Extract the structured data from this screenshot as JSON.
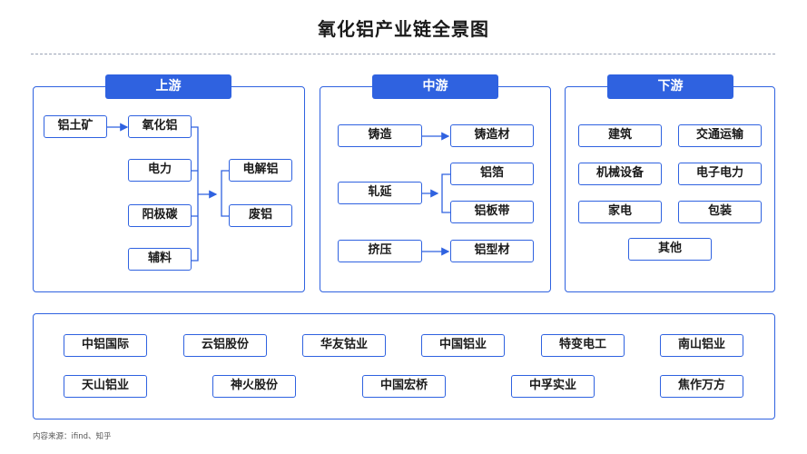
{
  "title": "氧化铝产业链全景图",
  "upstream": {
    "header": "上游",
    "bauxite": "铝土矿",
    "alumina": "氧化铝",
    "power": "电力",
    "anode": "阳极碳",
    "auxiliary": "辅料",
    "electrolytic": "电解铝",
    "scrap": "废铝"
  },
  "midstream": {
    "header": "中游",
    "casting": "铸造",
    "casting_material": "铸造材",
    "rolling": "轧延",
    "foil": "铝箔",
    "sheet_strip": "铝板带",
    "extrusion": "挤压",
    "profile": "铝型材"
  },
  "downstream": {
    "header": "下游",
    "items": [
      "建筑",
      "交通运输",
      "机械设备",
      "电子电力",
      "家电",
      "包装",
      "其他"
    ]
  },
  "companies": {
    "row1": [
      "中铝国际",
      "云铝股份",
      "华友钴业",
      "中国铝业",
      "特变电工",
      "南山铝业"
    ],
    "row2": [
      "天山铝业",
      "神火股份",
      "中国宏桥",
      "中孚实业",
      "焦作万方"
    ]
  },
  "source": "内容来源：ifind、知乎",
  "colors": {
    "accent": "#2f62e0",
    "text": "#1a1a1a"
  }
}
